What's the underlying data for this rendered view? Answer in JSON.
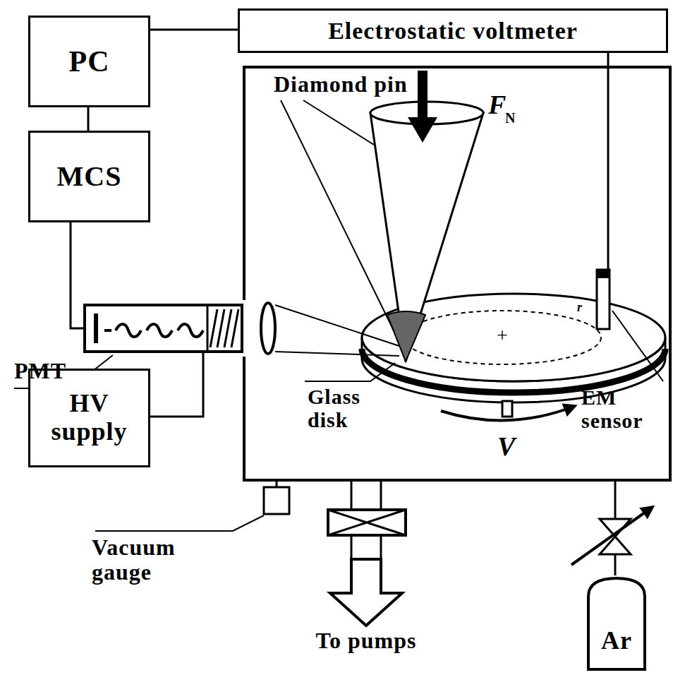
{
  "diagram": {
    "nodes": [
      {
        "text": [
          "PC"
        ]
      },
      {
        "text": [
          "Electrostatic voltmeter"
        ]
      },
      {
        "text": [
          "MCS"
        ]
      },
      {
        "text": [
          "HV supply"
        ]
      },
      {
        "text": [
          "PMT"
        ]
      },
      {
        "text": [
          "Ar"
        ]
      }
    ],
    "edges": [
      {
        "from": 0,
        "to": 1,
        "arrow": "none"
      },
      {
        "from": 0,
        "to": 2,
        "arrow": "none"
      },
      {
        "from": 2,
        "to": 4,
        "arrow": "none"
      },
      {
        "from": 3,
        "to": 4,
        "arrow": "none"
      }
    ],
    "labels": [
      "Diamond pin",
      "F",
      "N",
      "+",
      "r",
      "Glass disk",
      "EM sensor",
      "V",
      "Vacuum gauge",
      "To pumps"
    ]
  }
}
